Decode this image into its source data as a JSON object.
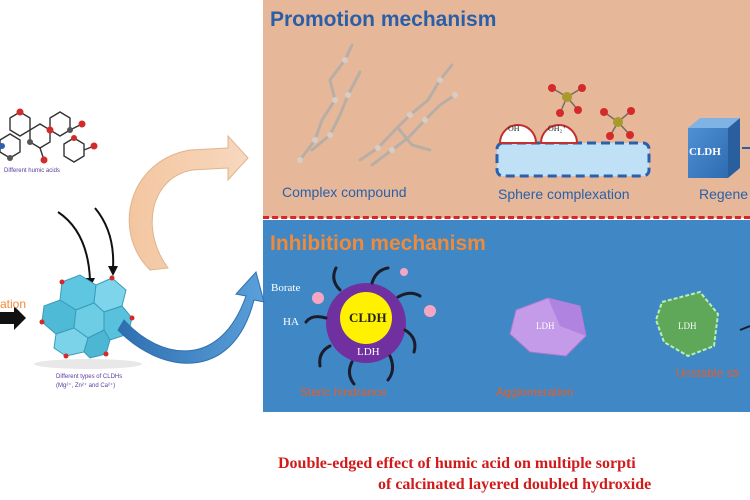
{
  "promotion": {
    "title": "Promotion mechanism",
    "items": [
      {
        "label": "Complex compound"
      },
      {
        "label": "Sphere complexation"
      },
      {
        "label": "Regene"
      }
    ],
    "oh_labels": [
      "OH",
      "OH₂⁺"
    ],
    "cldh_label": "CLDH"
  },
  "inhibition": {
    "title": "Inhibition mechanism",
    "particle": {
      "core": "CLDH",
      "shell": "LDH",
      "borate": "Borate",
      "ha": "HA"
    },
    "items": [
      {
        "label": "Steric hindrance"
      },
      {
        "label": "Agglomeration"
      },
      {
        "label": "Unstable str"
      }
    ],
    "ldh_labels": [
      "LDH",
      "LDH"
    ]
  },
  "left": {
    "top_caption": "Different humic acids",
    "bottom_caption_1": "Different types of CLDHs",
    "bottom_caption_2": "(Mg²⁺, Zn²⁺ and Ca²⁺)",
    "arrow_label": "ation"
  },
  "caption": {
    "line1": "Double-edged effect of humic acid on multiple sorpti",
    "line2": "of calcinated layered doubled hydroxide"
  },
  "colors": {
    "promo_bg": "#e6b899",
    "inhib_bg": "#3f88c5",
    "divider": "#d62828",
    "promo_title": "#2a5fa8",
    "inhib_title": "#f08a3a",
    "caption": "#d11a1a"
  }
}
